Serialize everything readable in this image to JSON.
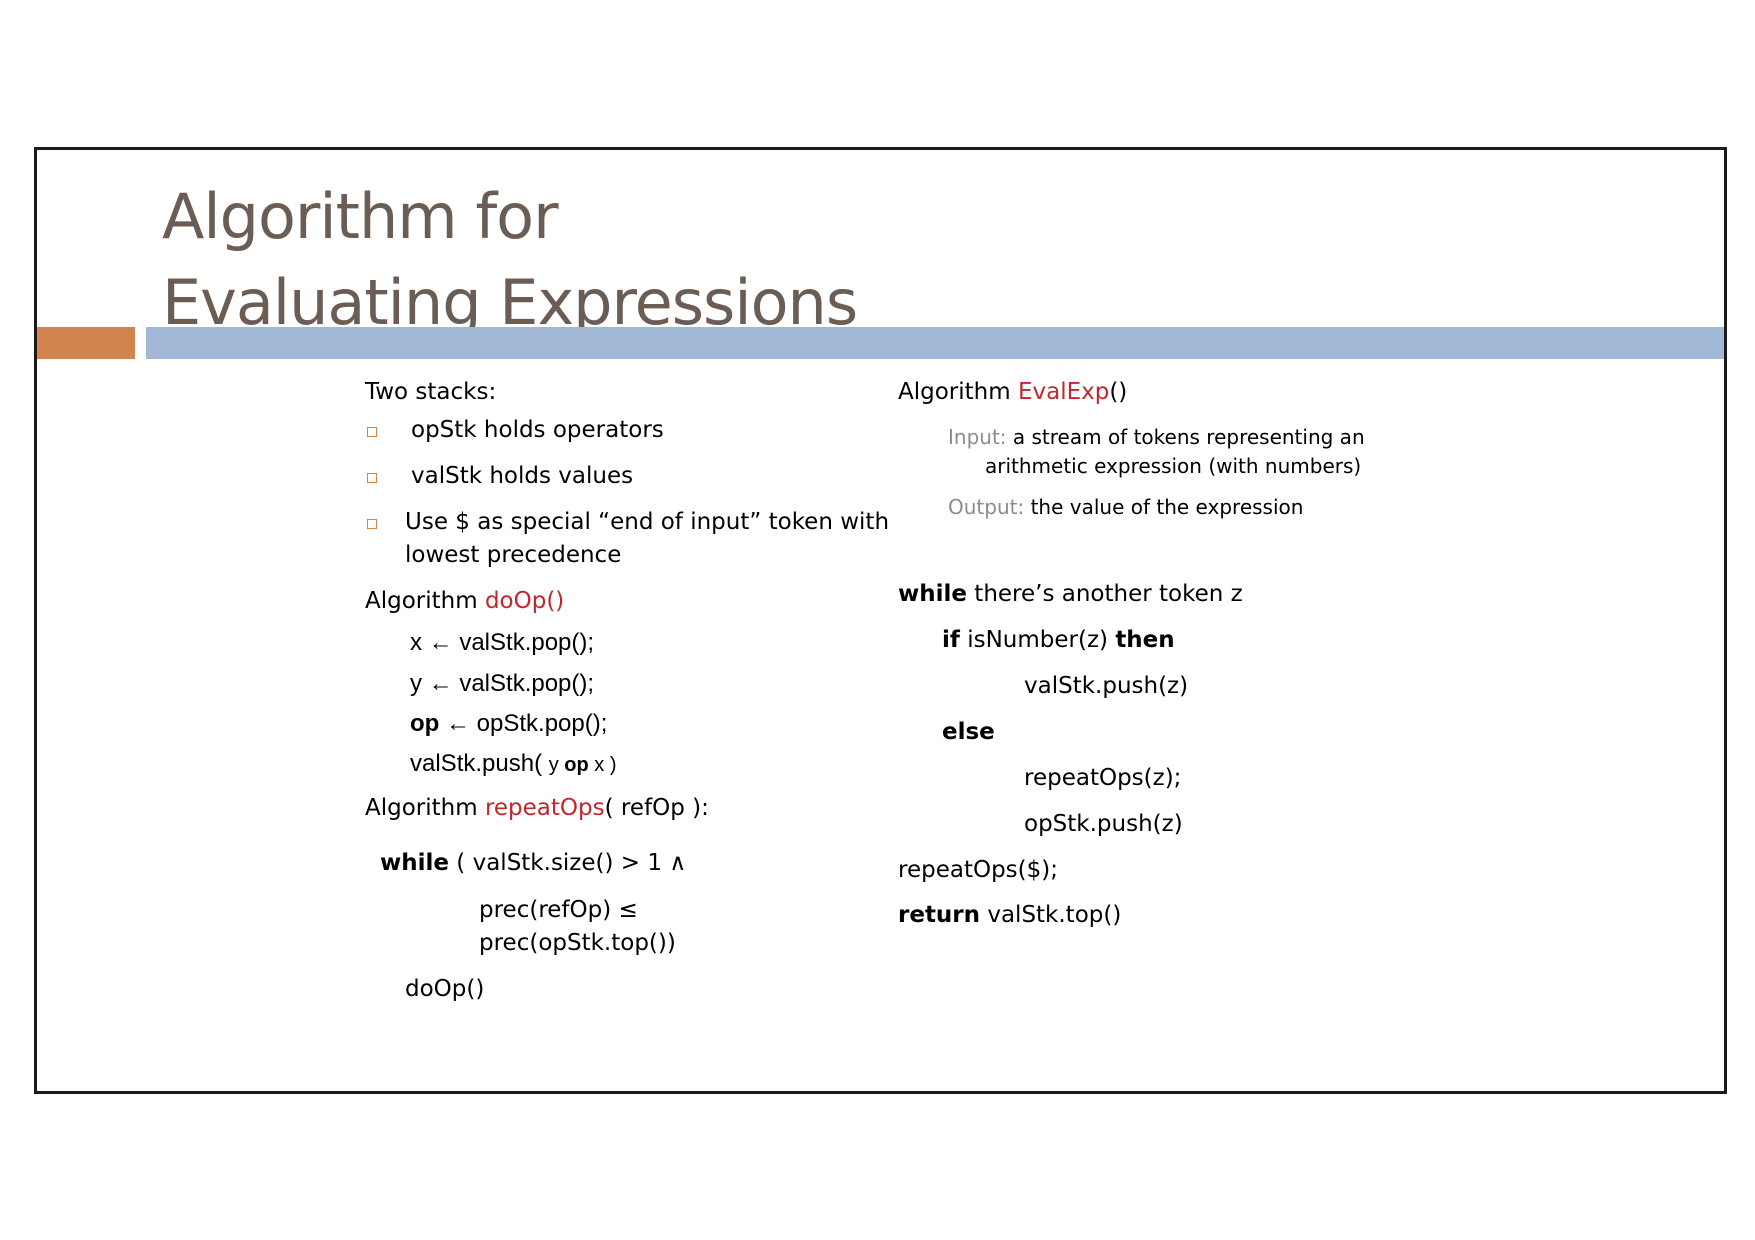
{
  "title": {
    "line1": "Algorithm for",
    "line2": "Evaluating Expressions"
  },
  "left": {
    "two_stacks": "Two stacks:",
    "bullets": [
      "opStk holds operators",
      "valStk holds values",
      "Use $ as special  “end of input” token with",
      "lowest precedence"
    ],
    "doop": {
      "prefix": "Algorithm ",
      "name": "doOp()",
      "lines": [
        "x ← valStk.pop();",
        "y ← valStk.pop();",
        "op",
        " ← opStk.pop();",
        "valStk.push( ",
        "y ",
        "op",
        " x",
        " )"
      ]
    },
    "repeatops": {
      "prefix": "Algorithm ",
      "name": "repeatOps",
      "suffix": "( refOp ):",
      "while_kw": "while",
      "while_rest": " ( valStk.size() > 1 ∧",
      "cond1": "prec(refOp) ≤",
      "cond2": "prec(opStk.top())",
      "body": "doOp()"
    }
  },
  "right": {
    "prefix": "Algorithm ",
    "name": "EvalExp",
    "suffix": "()",
    "input_label": "Input:",
    "input_text1": " a stream of tokens representing an",
    "input_text2": "arithmetic expression (with numbers)",
    "output_label": "Output:",
    "output_text": " the value of the expression",
    "while_kw": "while",
    "while_rest": " there’s another token z",
    "if_kw": "if",
    "if_rest": " isNumber(z) ",
    "then_kw": "then",
    "push_val": "valStk.push(z)",
    "else_kw": "else",
    "repeat_z": "repeatOps(z);",
    "push_op": "opStk.push(z)",
    "repeat_end": "repeatOps($);",
    "return_kw": "return",
    "return_rest": " valStk.top()"
  },
  "colors": {
    "title": "#6b5d53",
    "accent_bar": "#d2844f",
    "main_bar": "#a1b8d6",
    "function_name": "#c0282d",
    "label_grey": "#8c8c8c"
  }
}
